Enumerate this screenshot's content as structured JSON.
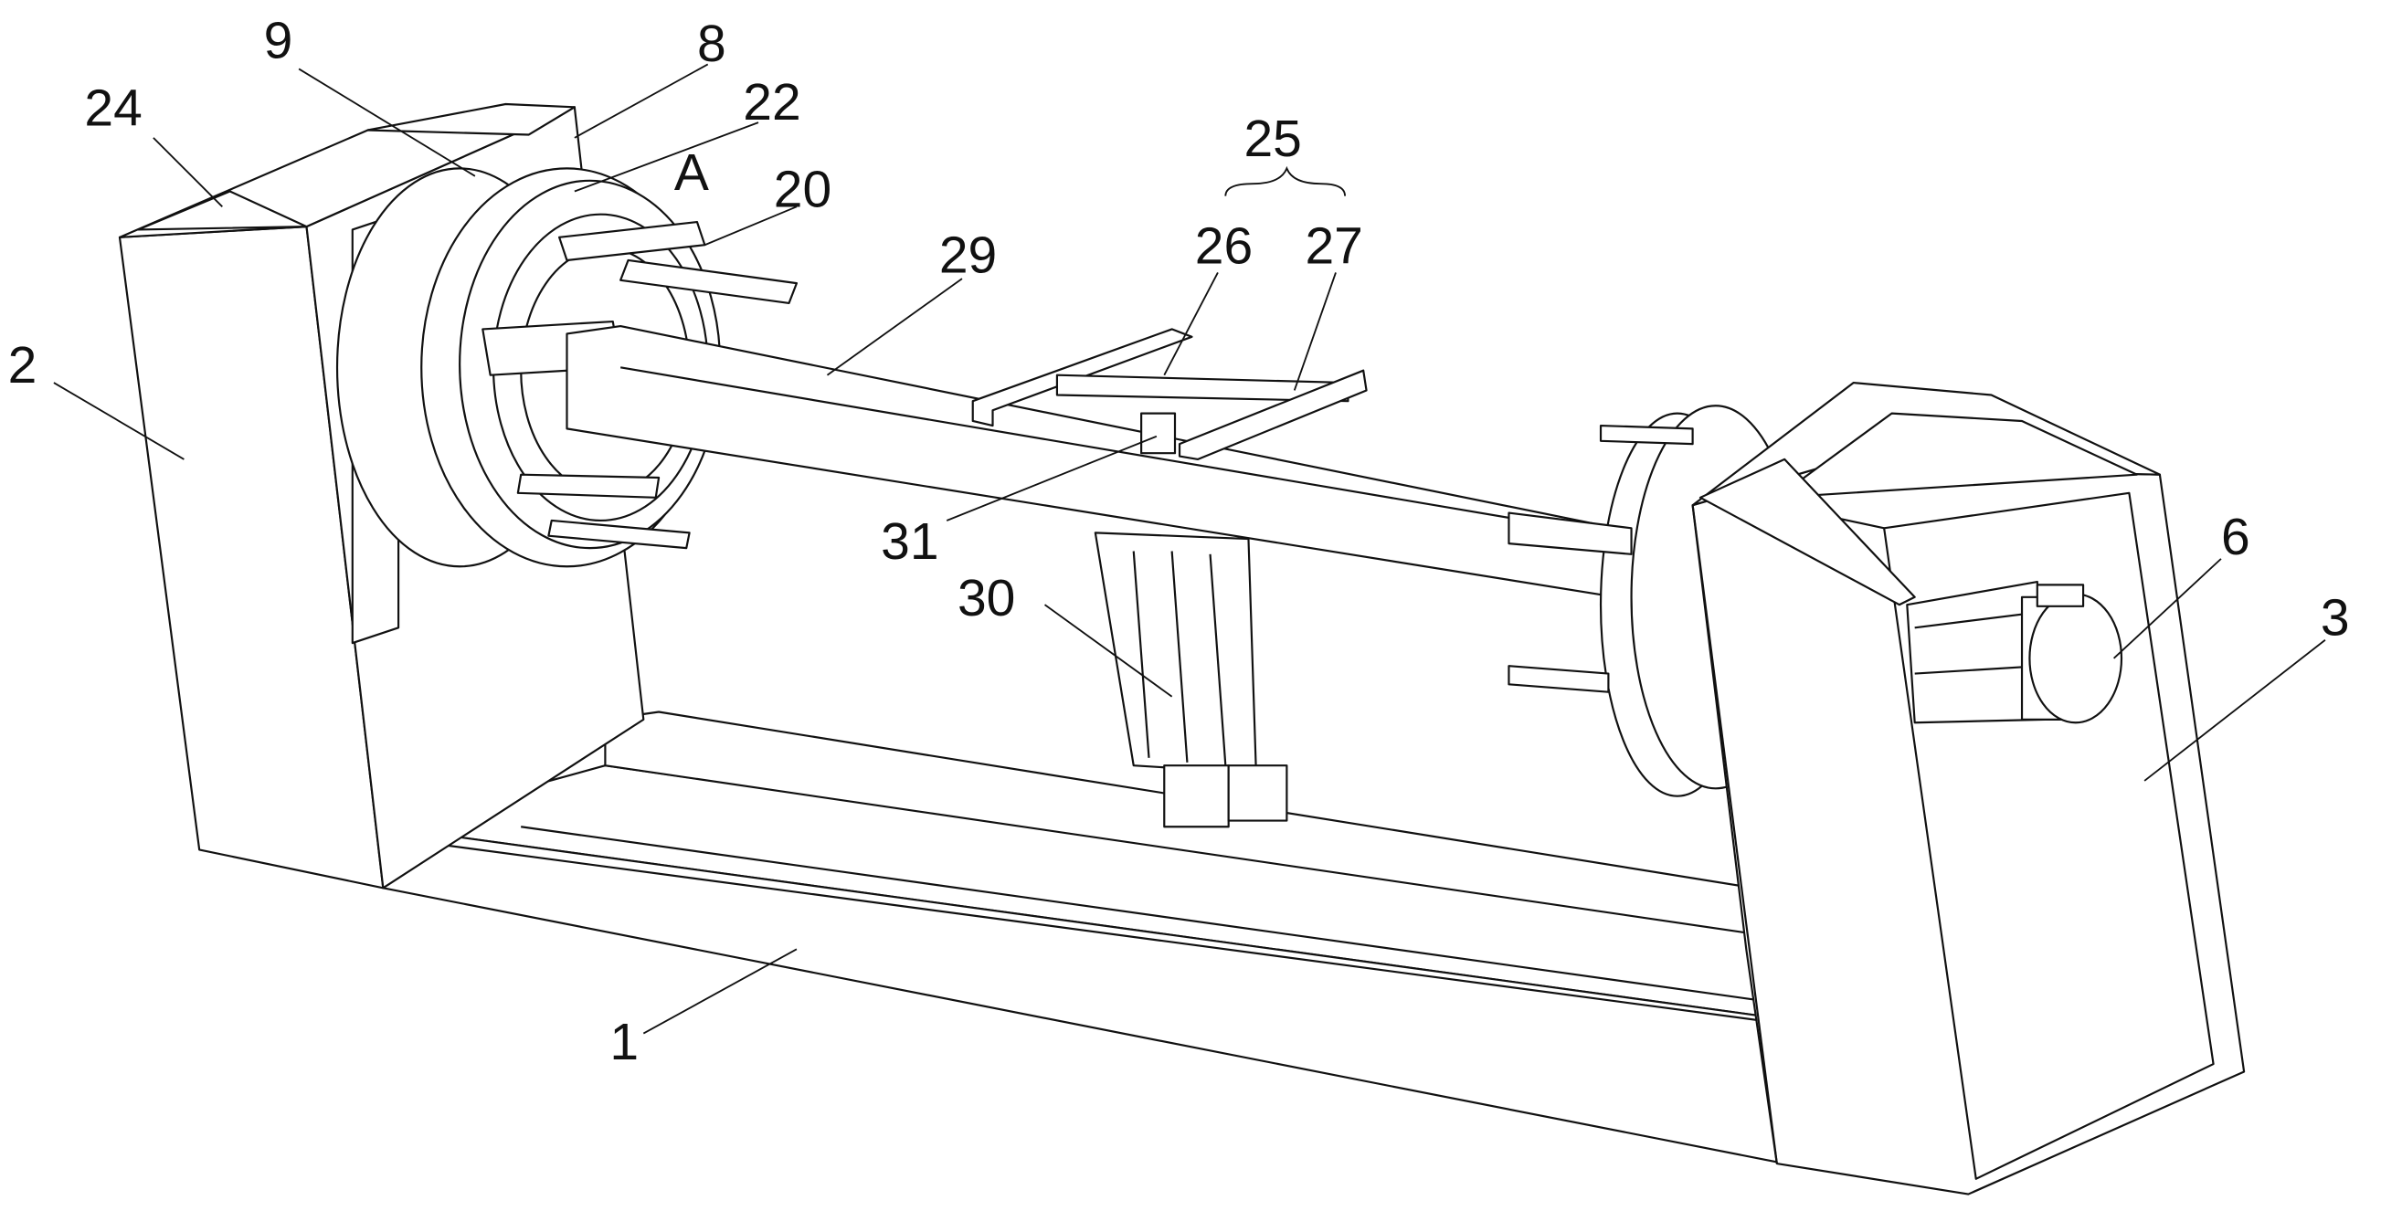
{
  "figure": {
    "labels": {
      "l9": "9",
      "l8": "8",
      "l24": "24",
      "l22": "22",
      "lA": "A",
      "l20": "20",
      "l25": "25",
      "l26": "26",
      "l27": "27",
      "l29": "29",
      "l2": "2",
      "l31": "31",
      "l30": "30",
      "l6": "6",
      "l3": "3",
      "l1": "1"
    }
  }
}
